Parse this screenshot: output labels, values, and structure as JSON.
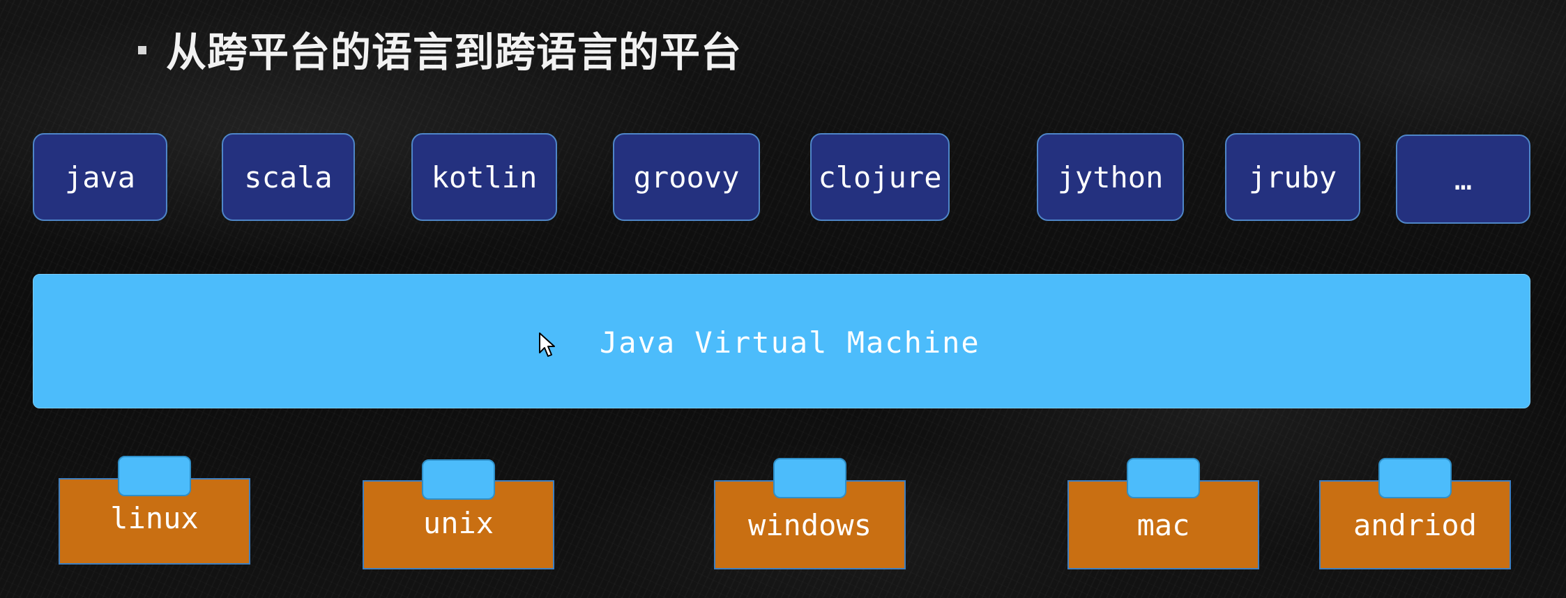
{
  "title": "从跨平台的语言到跨语言的平台",
  "languages": [
    "java",
    "scala",
    "kotlin",
    "groovy",
    "clojure",
    "jython",
    "jruby",
    "…"
  ],
  "platform": "Java Virtual Machine",
  "os": [
    "linux",
    "unix",
    "windows",
    "mac",
    "andriod"
  ],
  "colors": {
    "language_box": "#24317f",
    "jvm": "#4cbcfb",
    "os_box": "#c96f12"
  },
  "icons": {
    "pointer": "mouse-cursor-icon"
  }
}
